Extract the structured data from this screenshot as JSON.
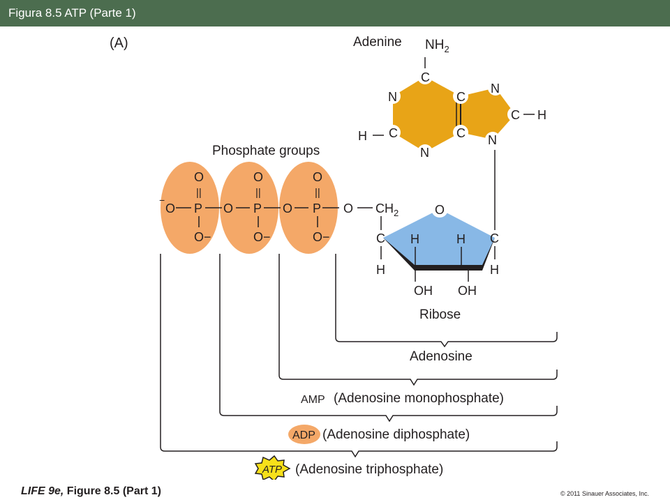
{
  "header": {
    "title": "Figura 8.5  ATP (Parte 1)"
  },
  "figure": {
    "panel_label": "(A)",
    "adenine": {
      "label": "Adenine",
      "amine": "NH",
      "amine_sub": "2",
      "atoms": [
        "C",
        "N",
        "C",
        "C",
        "C",
        "N",
        "N",
        "C",
        "N"
      ],
      "h_left": "H",
      "h_right": "H"
    },
    "phosphate": {
      "label": "Phosphate groups",
      "charge": "−",
      "o": "O",
      "p": "P",
      "o_minus": "O−",
      "double_bond": "||"
    },
    "ribose": {
      "label": "Ribose",
      "ch2": "CH",
      "ch2_sub": "2",
      "ring_o": "O",
      "c": "C",
      "h": "H",
      "oh": "OH"
    },
    "brackets": {
      "adenosine": "Adenosine",
      "amp_abbr": "AMP",
      "amp_name": "(Adenosine monophosphate)",
      "adp_abbr": "ADP",
      "adp_name": "(Adenosine diphosphate)",
      "atp_abbr": "ATP",
      "atp_name": "(Adenosine triphosphate)"
    },
    "colors": {
      "adenine_fill": "#e8a417",
      "phosphate_fill": "#f4a868",
      "ribose_fill": "#88b8e6",
      "adp_badge": "#f4a868",
      "atp_badge": "#f7e01a",
      "title_bar": "#4c6d4f"
    }
  },
  "footer": {
    "left_italic": "LIFE 9e,",
    "left_rest": " Figure 8.5 (Part 1)",
    "right": "© 2011 Sinauer Associates, Inc."
  }
}
